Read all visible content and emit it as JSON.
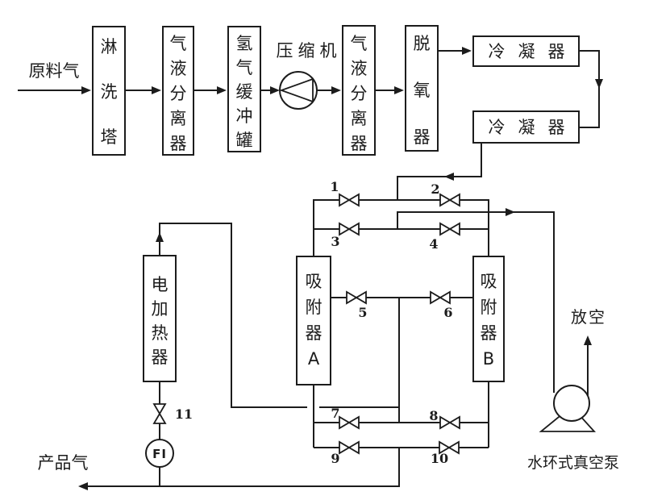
{
  "diagram": {
    "streams": {
      "feed": "原料气",
      "product": "产品气",
      "vent": "放空"
    },
    "equipment": {
      "washing_tower": "淋洗塔",
      "separator1": "气液分离器",
      "buffer_tank": "氢气缓冲罐",
      "compressor": "压缩机",
      "separator2": "气液分离器",
      "deoxidizer": "脱氧器",
      "condenser1": "冷凝器",
      "condenser2": "冷凝器",
      "adsorber_a": "吸附器A",
      "adsorber_b": "吸附器B",
      "heater": "电加热器",
      "flow_indicator": "FI",
      "vacuum_pump": "水环式真空泵"
    },
    "valves": [
      "1",
      "2",
      "3",
      "4",
      "5",
      "6",
      "7",
      "8",
      "9",
      "10",
      "11"
    ],
    "colors": {
      "line": "#1c1c1c",
      "background": "#ffffff"
    }
  }
}
